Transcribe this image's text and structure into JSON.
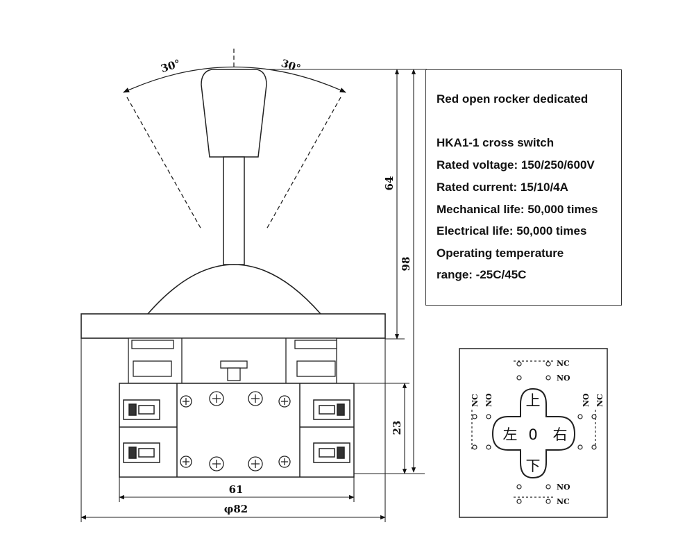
{
  "spec_box": {
    "lines": [
      "Red open rocker dedicated",
      "HKA1-1 cross switch",
      "Rated voltage: 150/250/600V",
      "Rated current: 15/10/4A",
      "Mechanical life: 50,000 times",
      "Electrical life: 50,000 times",
      "Operating temperature",
      "range: -25C/45C"
    ]
  },
  "dimensions": {
    "angle_left": "30°",
    "angle_right": "30°",
    "height_64": "64",
    "height_98": "98",
    "height_23": "23",
    "width_61": "61",
    "diameter_82": "φ82"
  },
  "contact_diagram": {
    "center": "0",
    "up": "上",
    "down": "下",
    "left": "左",
    "right": "右",
    "top_nc": "NC",
    "top_no": "NO",
    "bottom_no": "NO",
    "bottom_nc": "NC",
    "left_nc": "NC",
    "left_no": "NO",
    "right_no": "NO",
    "right_nc": "NC"
  }
}
